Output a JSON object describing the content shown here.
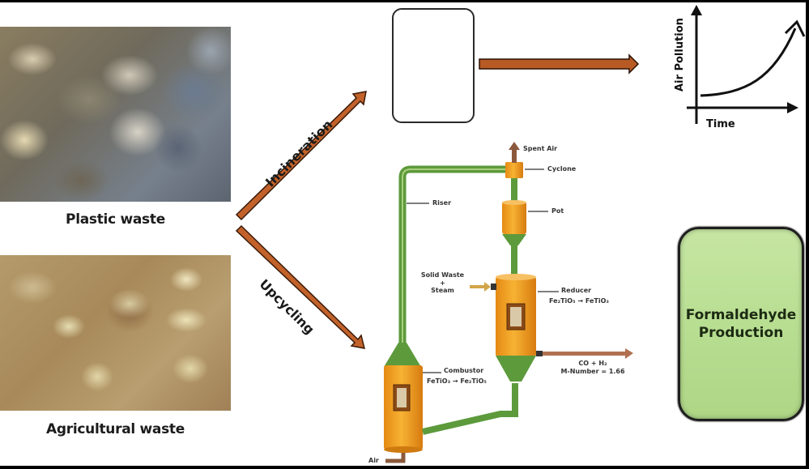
{
  "inputs": {
    "plastic": {
      "label": "Plastic waste",
      "image": "plastic-waste-photo"
    },
    "agricultural": {
      "label": "Agricultural waste",
      "image": "agricultural-waste-photo"
    }
  },
  "branches": {
    "incineration": "Incineration",
    "upcycling": "Upcycling"
  },
  "incineration_path": {
    "icon": "fire-icon",
    "icon_color": "#f08a3c",
    "arrow_color": "#b85a24"
  },
  "pollution_chart": {
    "type": "line",
    "xlabel": "Time",
    "ylabel": "Air Pollution",
    "trend": "exponential increase"
  },
  "reactor": {
    "spent_air": "Spent Air",
    "cyclone": "Cyclone",
    "pot": "Pot",
    "riser": "Riser",
    "feed_line1": "Solid Waste",
    "feed_line2": "+",
    "feed_line3": "Steam",
    "reducer": "Reducer",
    "reducer_reaction": "Fe₂TiO₅ → FeTiO₃",
    "combustor": "Combustor",
    "combustor_reaction": "FeTiO₃ → Fe₂TiO₅",
    "air_inlet": "Air",
    "product_line1": "CO + H₂",
    "product_line2": "M-Number = 1.66",
    "colors": {
      "vessel": "#f2a224",
      "pipe": "#5d9a3c",
      "arrow": "#b85a24"
    }
  },
  "output": {
    "line1": "Formaldehyde",
    "line2": "Production",
    "color": "#b8de92"
  }
}
